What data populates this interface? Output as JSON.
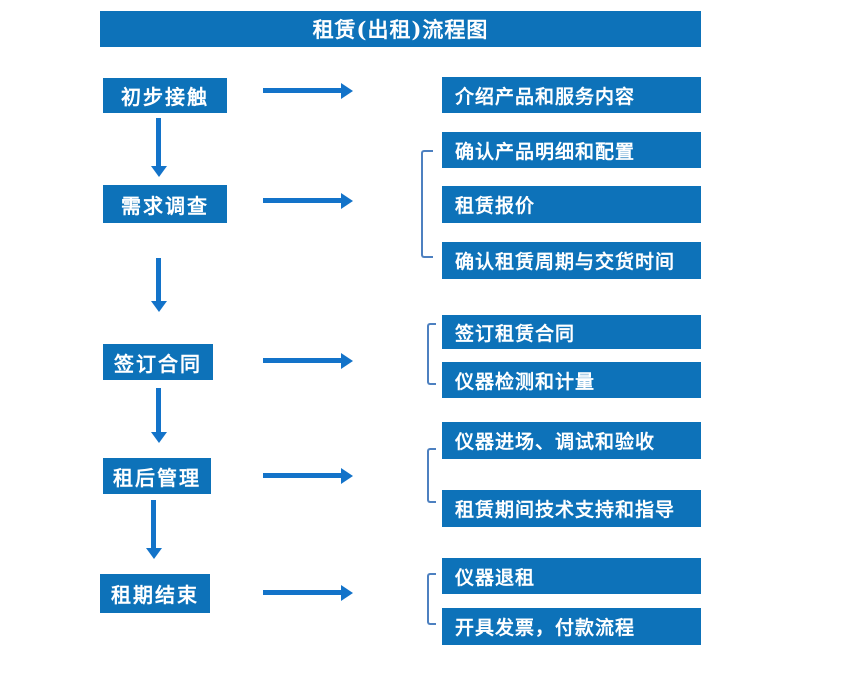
{
  "title": "租赁(出租)流程图",
  "colors": {
    "box_blue": "#0d72b9",
    "arrow_blue": "#1373c9",
    "bracket_blue": "#4d80c0",
    "title_text": "#ffffff",
    "background": "#ffffff"
  },
  "icons": {
    "down_arrow": "css-arrow-down",
    "right_arrow": "css-arrow-right",
    "group_bracket": "css-left-square-bracket"
  },
  "groups": [
    {
      "step": "初步接触",
      "outputs": [
        "介绍产品和服务内容"
      ]
    },
    {
      "step": "需求调查",
      "outputs": [
        "确认产品明细和配置",
        "租赁报价",
        "确认租赁周期与交货时间"
      ]
    },
    {
      "step": "签订合同",
      "outputs": [
        "签订租赁合同",
        "仪器检测和计量"
      ]
    },
    {
      "step": "租后管理",
      "outputs": [
        "仪器进场、调试和验收",
        "租赁期间技术支持和指导"
      ]
    },
    {
      "step": "租期结束",
      "outputs": [
        "仪器退租",
        "开具发票，付款流程"
      ]
    }
  ]
}
